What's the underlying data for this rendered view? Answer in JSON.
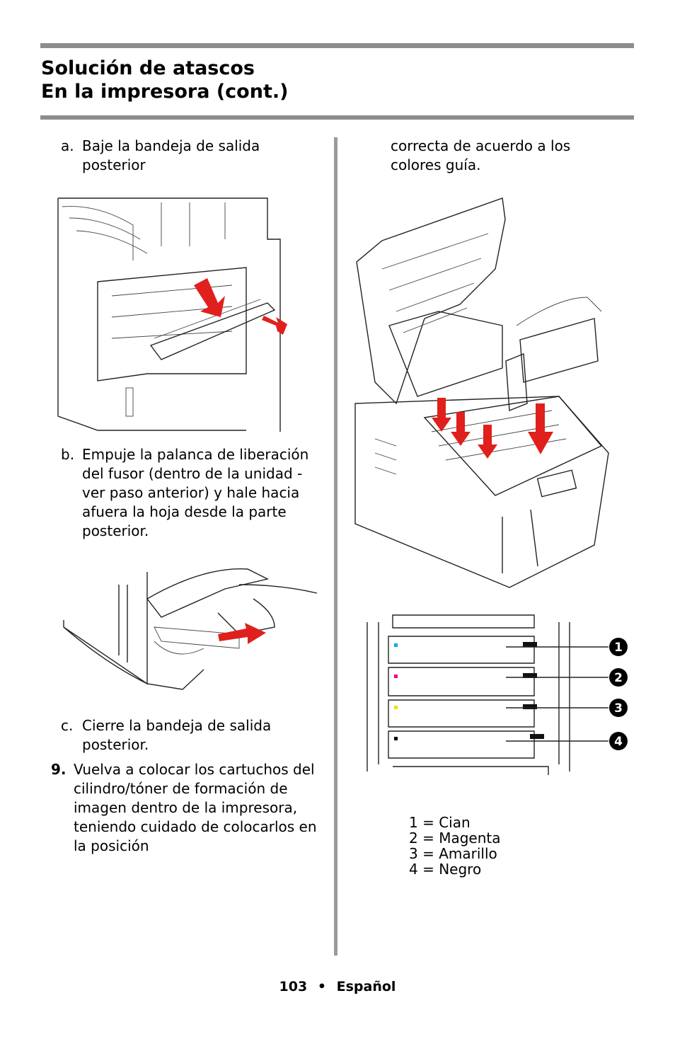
{
  "header": {
    "title_line1": "Solución de atascos",
    "title_line2": "En la impresora (cont.)"
  },
  "left_column": {
    "step_a": {
      "marker": "a.",
      "text": "Baje la bandeja de salida posterior"
    },
    "step_b": {
      "marker": "b.",
      "text": "Empuje la palanca de liberación del fusor (dentro de la unidad - ver paso anterior) y hale hacia afuera la hoja desde la parte posterior."
    },
    "step_c": {
      "marker": "c.",
      "text": "Cierre la bandeja de salida posterior."
    },
    "step_9": {
      "marker": "9.",
      "text": "Vuelva a colocar los cartuchos del cilindro/tóner de formación de imagen dentro de la impresora, teniendo cuidado de colocarlos en la posición"
    }
  },
  "right_column": {
    "continued_text": "correcta de acuerdo a los colores guía.",
    "callouts": [
      "1",
      "2",
      "3",
      "4"
    ],
    "legend": [
      "1 = Cian",
      "2 = Magenta",
      "3 = Amarillo",
      "4 = Negro"
    ]
  },
  "colors": {
    "rule": "#8c8c8c",
    "arrow": "#e0201c",
    "cyan": "#00aeef",
    "magenta": "#ec008c",
    "yellow": "#ffd800",
    "black": "#000000"
  },
  "footer": {
    "page_number": "103",
    "separator": "•",
    "language": "Español"
  }
}
